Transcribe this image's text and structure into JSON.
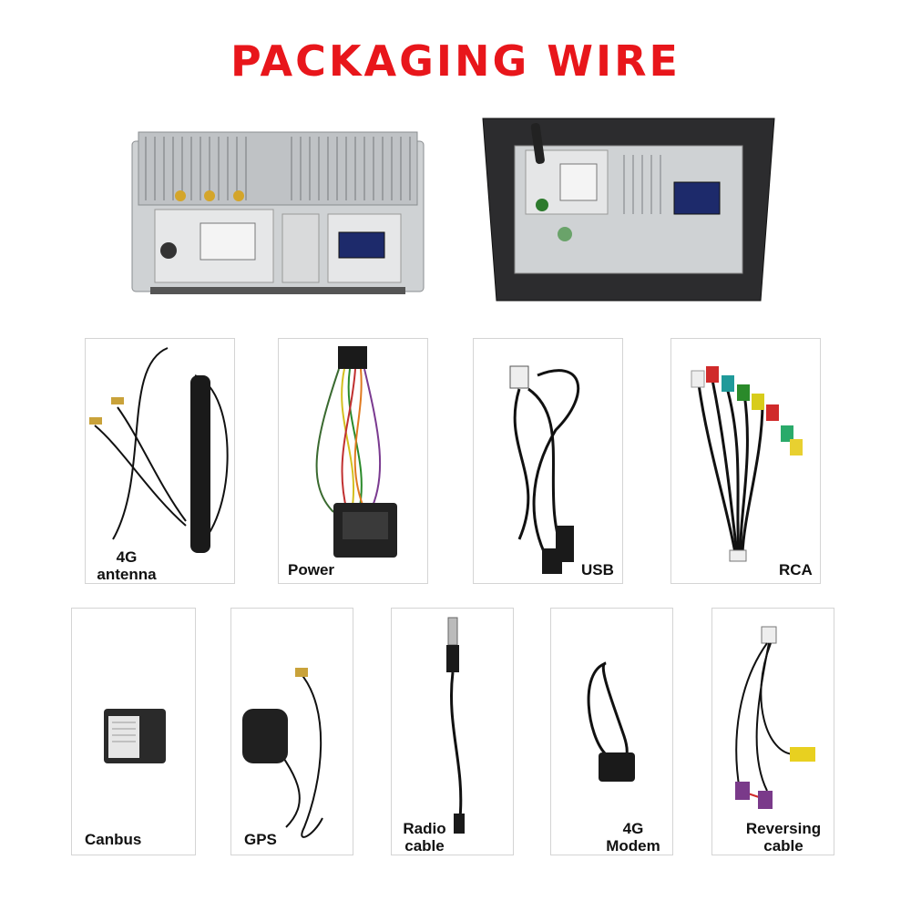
{
  "title": "PACKAGING WIRE",
  "items": [
    {
      "line1": "4G",
      "line2": "antenna",
      "icon": "antenna-icon"
    },
    {
      "line1": "Power",
      "line2": "",
      "icon": "power-harness-icon"
    },
    {
      "line1": "USB",
      "line2": "",
      "icon": "usb-cable-icon"
    },
    {
      "line1": "RCA",
      "line2": "",
      "icon": "rca-cable-icon"
    },
    {
      "line1": "Canbus",
      "line2": "",
      "icon": "canbus-box-icon"
    },
    {
      "line1": "GPS",
      "line2": "",
      "icon": "gps-antenna-icon"
    },
    {
      "line1": "Radio",
      "line2": "cable",
      "icon": "radio-cable-icon"
    },
    {
      "line1": "4G",
      "line2": "Modem",
      "icon": "modem-icon"
    },
    {
      "line1": "Reversing",
      "line2": "cable",
      "icon": "reversing-cable-icon"
    }
  ]
}
